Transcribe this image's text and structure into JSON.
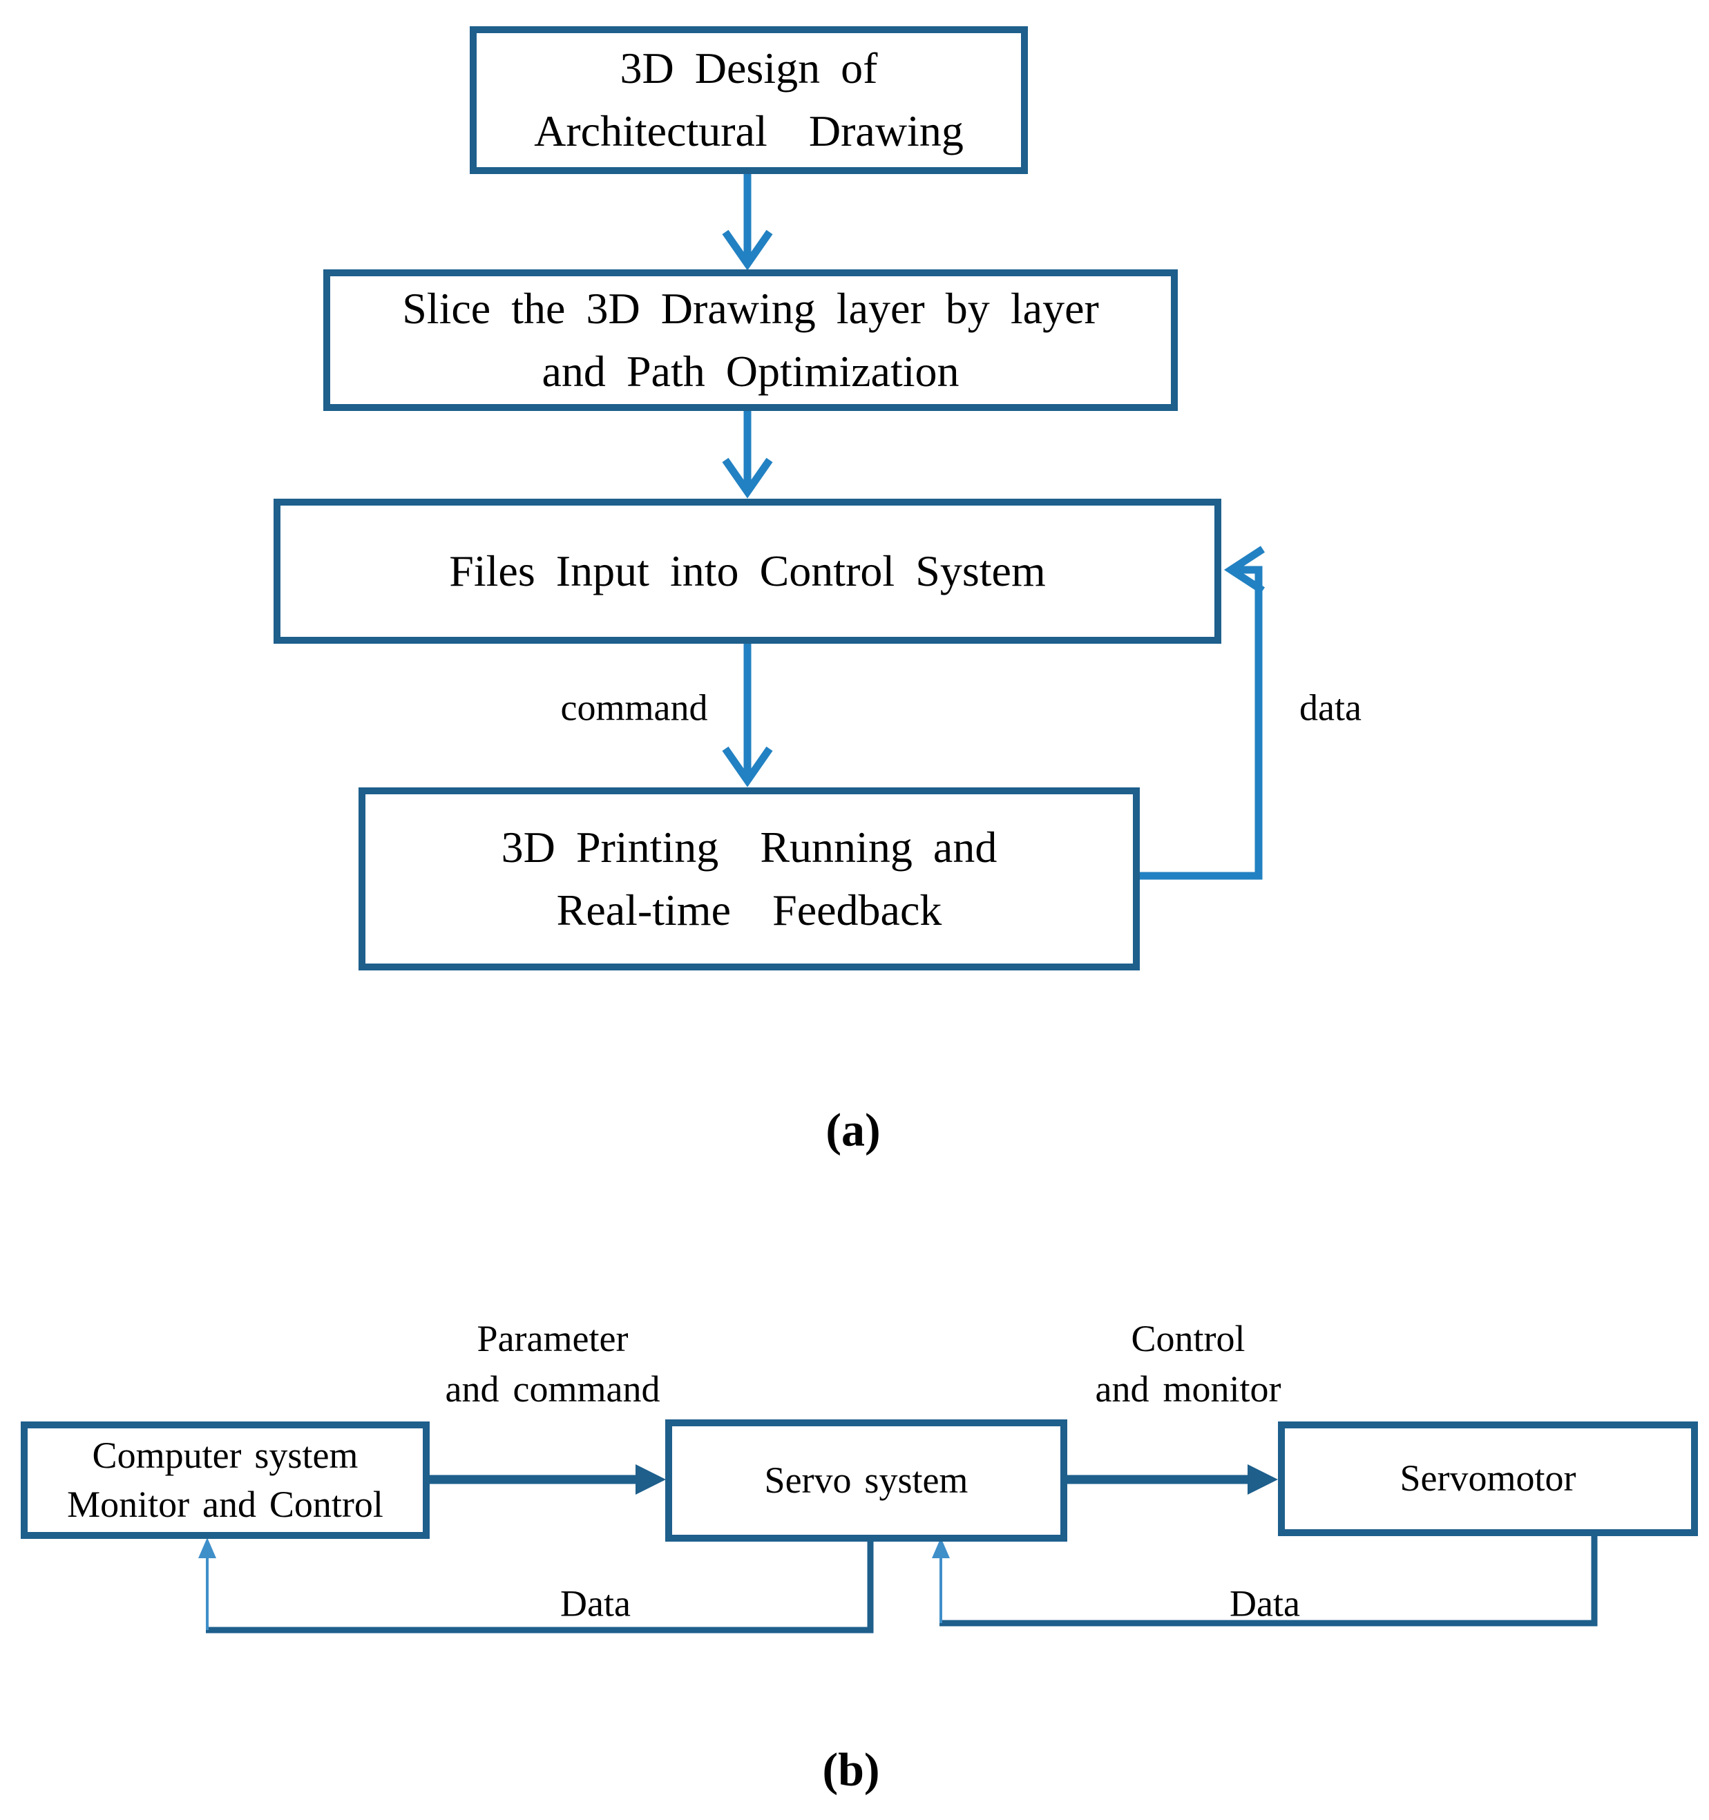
{
  "colors": {
    "box_border": "#1E5F8C",
    "arrow_bright": "#2281C2",
    "arrow_dark": "#1E5F8C",
    "arrow_light": "#3F8FC9",
    "text_color": "#000000",
    "bg": "#FFFFFF"
  },
  "part_a": {
    "caption": "(a)",
    "box1": "3D Design of\nArchitectural  Drawing",
    "box2": "Slice the 3D Drawing layer by layer\nand Path Optimization",
    "box3": "Files Input into Control System",
    "box4": "3D Printing  Running and\nReal-time  Feedback",
    "label_command": "command",
    "label_data": "data"
  },
  "part_b": {
    "caption": "(b)",
    "box1": "Computer system\nMonitor and Control",
    "box2": "Servo system",
    "box3": "Servomotor",
    "label_parameter": "Parameter\nand command",
    "label_control": "Control\nand monitor",
    "label_data_left": "Data",
    "label_data_right": "Data"
  }
}
